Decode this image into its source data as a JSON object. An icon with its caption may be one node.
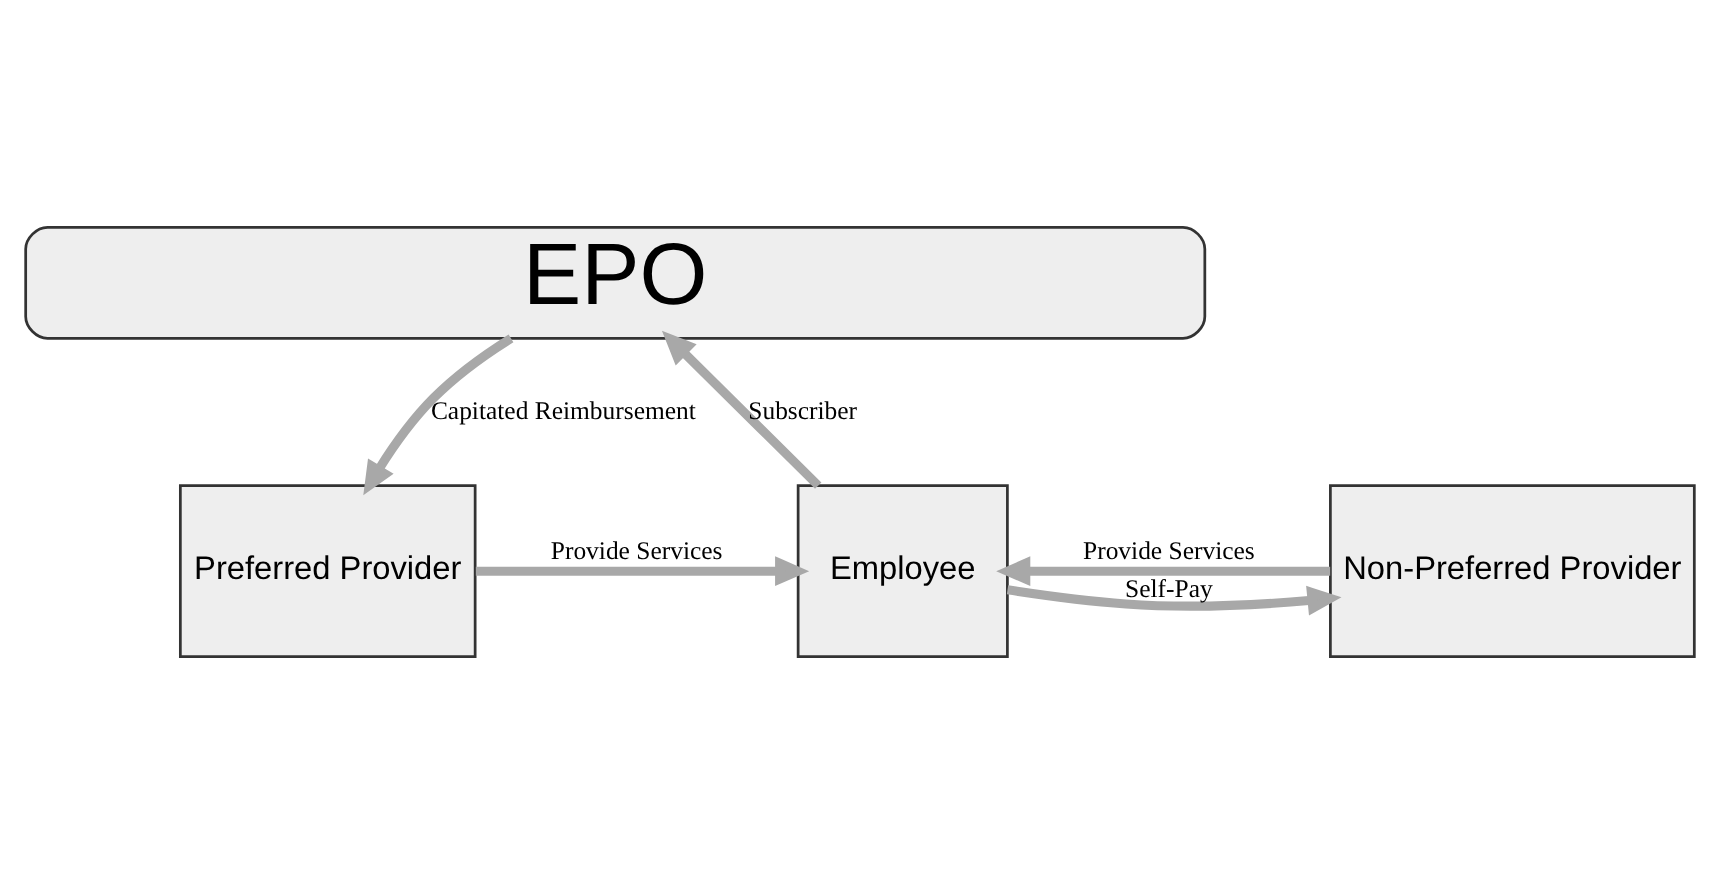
{
  "diagram": {
    "nodes": [
      {
        "text": [
          "EPO"
        ]
      },
      {
        "text": [
          "Non-Preferred Provider"
        ]
      },
      {
        "text": [
          "Employee"
        ]
      },
      {
        "text": [
          "Preferred Provider"
        ]
      }
    ],
    "edges": [
      {
        "from": 2,
        "to": 0,
        "arrow": "to",
        "label": "Subscriber"
      },
      {
        "from": 0,
        "to": 3,
        "arrow": "to",
        "label": "Capitated Reimbursement"
      },
      {
        "from": 2,
        "to": 1,
        "arrow": "to",
        "label": "Self-Pay"
      },
      {
        "from": 1,
        "to": 2,
        "arrow": "to",
        "label": "Provide Services"
      },
      {
        "from": 3,
        "to": 2,
        "arrow": "to",
        "label": "Provide Services"
      }
    ]
  }
}
